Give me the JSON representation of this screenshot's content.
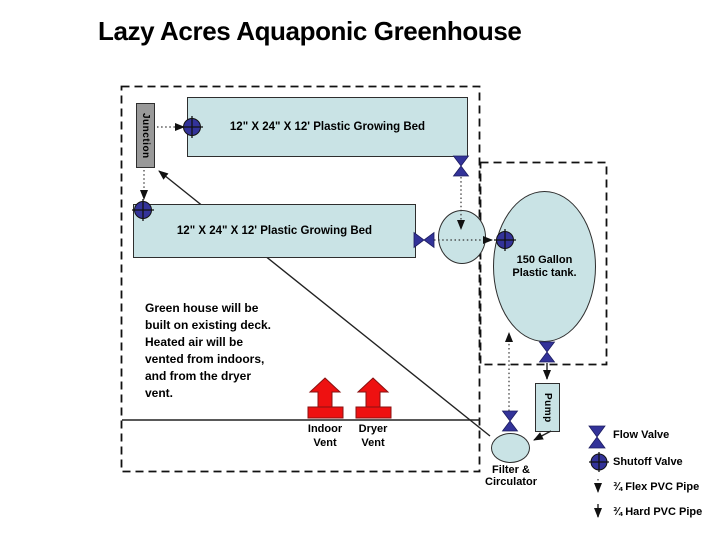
{
  "title": "Lazy Acres Aquaponic Greenhouse",
  "greenhouse": {
    "bed1_label": "12\" X 24\" X 12' Plastic Growing Bed",
    "bed2_label": "12\" X 24\" X 12' Plastic Growing Bed",
    "junction_label": "Junction",
    "note": "Green house will be\nbuilt on existing deck.\nHeated air will be\nvented from indoors,\nand from the dryer\nvent.",
    "indoor_vent_label": "Indoor\nVent",
    "dryer_vent_label": "Dryer\nVent"
  },
  "tank_area": {
    "tank_label": "150 Gallon\nPlastic tank."
  },
  "pump_label": "Pump",
  "filter_label": "Filter &\nCirculator",
  "legend": {
    "flow_valve": "Flow Valve",
    "shutoff_valve": "Shutoff Valve",
    "flex_pipe": "¾ Flex PVC Pipe",
    "hard_pipe": "¾ Hard PVC Pipe"
  },
  "colors": {
    "shape_fill": "#c9e3e5",
    "valve_blue": "#333399",
    "vent_red": "#ee1111",
    "junction_gray": "#999999",
    "line_black": "#1a1a1a"
  }
}
